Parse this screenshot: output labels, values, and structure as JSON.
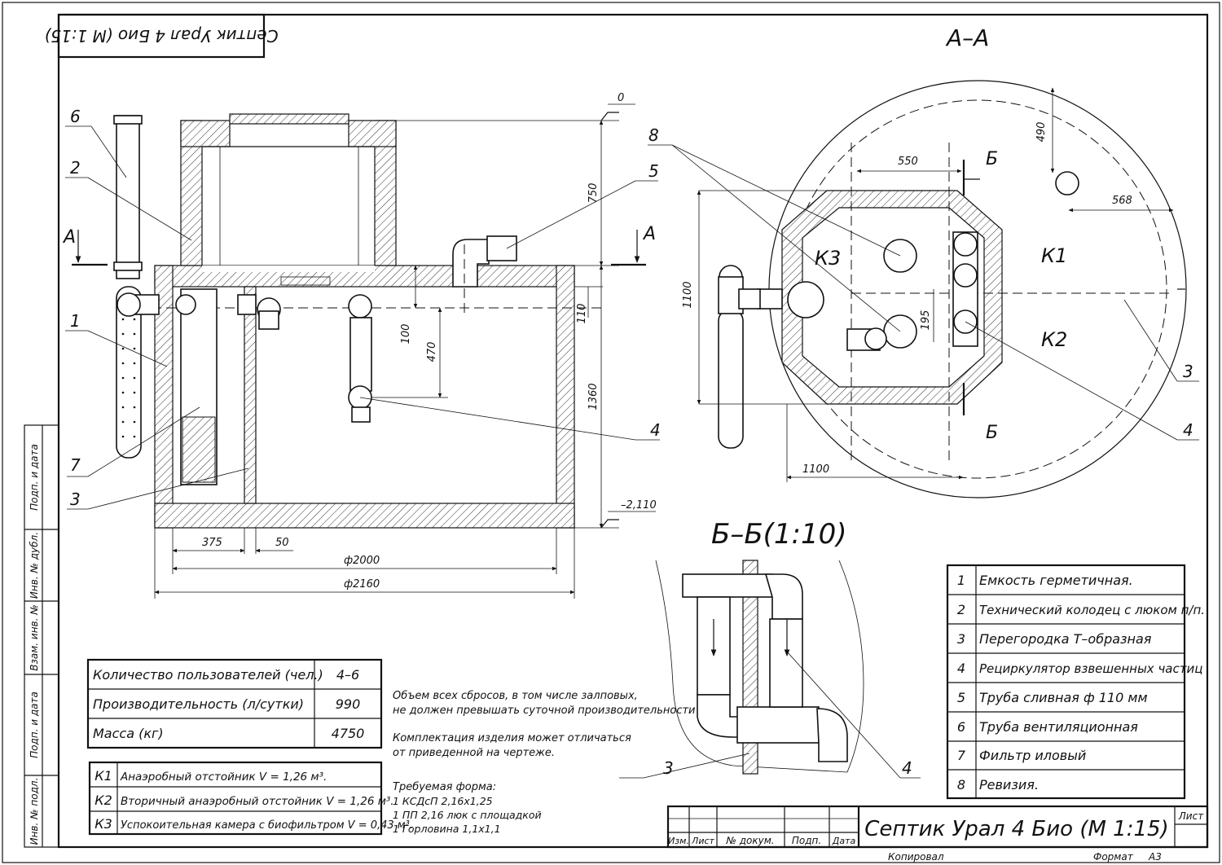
{
  "top_label": "Септик Урал 4 Био (М 1:15)",
  "section_aa_title": "А–А",
  "section_bb_title": "Б–Б(1:10)",
  "section_marks": {
    "a": "А",
    "b": "Б"
  },
  "elevations": {
    "zero": "0",
    "bottom": "–2,110"
  },
  "dims": {
    "d750": "750",
    "d110": "110",
    "d1360": "1360",
    "d100": "100",
    "d470": "470",
    "d375": "375",
    "d50": "50",
    "d2000": "ф2000",
    "d2160": "ф2160",
    "d550": "550",
    "d490": "490",
    "d568": "568",
    "d1100v": "1100",
    "d1100h": "1100",
    "d195": "195"
  },
  "callouts": {
    "c1": "1",
    "c2": "2",
    "c3": "3",
    "c4": "4",
    "c5": "5",
    "c6": "6",
    "c7": "7",
    "c8": "8",
    "aa3": "3",
    "aa4": "4",
    "bb3": "3",
    "bb4": "4"
  },
  "chambers": {
    "k1": "К1",
    "k2": "К2",
    "k3": "К3"
  },
  "specs": [
    {
      "label": "Количество пользователей (чел.)",
      "value": "4–6"
    },
    {
      "label": "Производительность (л/сутки)",
      "value": "990"
    },
    {
      "label": "Масса (кг)",
      "value": "4750"
    }
  ],
  "chamber_table": [
    {
      "code": "К1",
      "desc": "Анаэробный отстойник V = 1,26 м³."
    },
    {
      "code": "К2",
      "desc": "Вторичный анаэробный отстойник V = 1,26 м³."
    },
    {
      "code": "К3",
      "desc": "Успокоительная камера с биофильтром V = 0,43 м³."
    }
  ],
  "notes": {
    "n1a": "Объем всех сбросов, в том числе залповых,",
    "n1b": "не должен превышать суточной производительности",
    "n2a": "Комплектация изделия может отличаться",
    "n2b": "от приведенной на чертеже.",
    "n3a": "Требуемая форма:",
    "n3b": "1 КСДсП 2,16х1,25",
    "n3c": "1 ПП 2,16 люк с площадкой",
    "n3d": "1 Горловина 1,1х1,1"
  },
  "legend": [
    {
      "num": "1",
      "text": "Емкость герметичная."
    },
    {
      "num": "2",
      "text": "Технический колодец с люком п/п."
    },
    {
      "num": "3",
      "text": "Перегородка Т–образная"
    },
    {
      "num": "4",
      "text": "Рециркулятор взвешенных частиц"
    },
    {
      "num": "5",
      "text": "Труба сливная ф 110 мм"
    },
    {
      "num": "6",
      "text": "Труба вентиляционная"
    },
    {
      "num": "7",
      "text": "Фильтр иловый"
    },
    {
      "num": "8",
      "text": "Ревизия."
    }
  ],
  "title_block": {
    "title": "Септик Урал 4 Био (М 1:15)",
    "sheet": "Лист",
    "cols": [
      "Изм.",
      "Лист",
      "№ докум.",
      "Подп.",
      "Дата"
    ],
    "copied": "Копировал",
    "format": "Формат",
    "format_value": "А3"
  },
  "side_stamp": [
    "Подп. и дата",
    "Инв. № дубл.",
    "Взам. инв. №",
    "Подп. и дата",
    "Инв. № подл."
  ]
}
